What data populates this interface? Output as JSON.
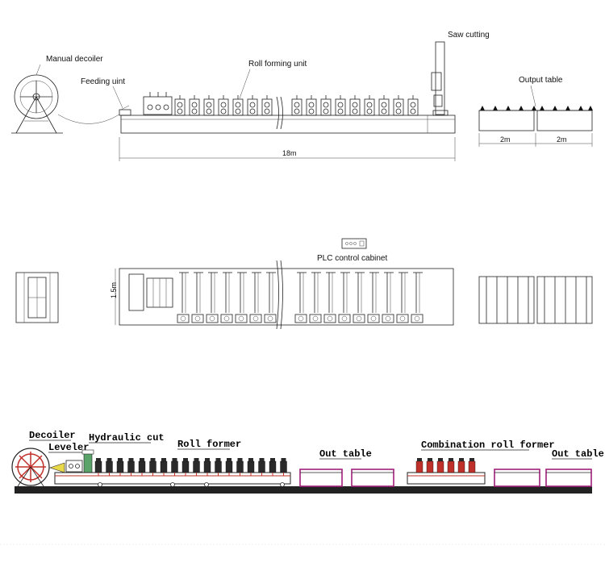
{
  "side_view": {
    "labels": {
      "manual_decoiler": "Manual decoiler",
      "feeding_unit": "Feeding uint",
      "roll_forming_unit": "Roll forming unit",
      "saw_cutting": "Saw cutting",
      "output_table": "Output table"
    },
    "dimensions": {
      "total_length": "18m",
      "table_1": "2m",
      "table_2": "2m"
    }
  },
  "top_view": {
    "labels": {
      "plc_cabinet": "PLC control cabinet"
    },
    "dimensions": {
      "width": "1.5m"
    }
  },
  "line_view": {
    "labels": {
      "decoiler": "Decoiler",
      "leveler": "Leveler",
      "hydraulic_cut": "Hydraulic cut",
      "roll_former": "Roll former",
      "out_table_1": "Out table",
      "combination_roll_former": "Combination roll former",
      "out_table_2": "Out table"
    }
  },
  "colors": {
    "line": "#222222",
    "red_frame": "#c0302a",
    "magenta_table": "#a0207a",
    "floor": "#222222"
  }
}
